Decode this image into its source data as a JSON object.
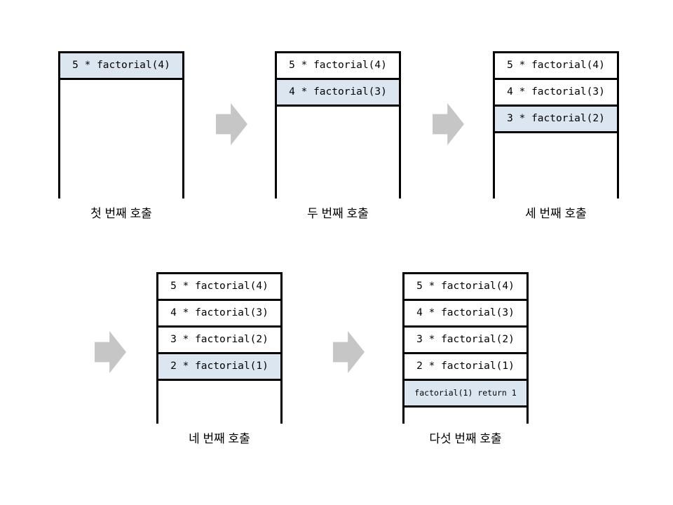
{
  "colors": {
    "background": "#ffffff",
    "border": "#000000",
    "text": "#000000",
    "highlight_fill": "#dce6f1",
    "arrow_fill": "#c6c6c6"
  },
  "stacks": [
    {
      "id": "first-call",
      "caption": "첫 번째 호출",
      "cells": [
        {
          "text": "5 * factorial(4)",
          "highlight": true
        }
      ]
    },
    {
      "id": "second-call",
      "caption": "두 번째 호출",
      "cells": [
        {
          "text": "5 * factorial(4)",
          "highlight": false
        },
        {
          "text": "4 * factorial(3)",
          "highlight": true
        }
      ]
    },
    {
      "id": "third-call",
      "caption": "세 번째 호출",
      "cells": [
        {
          "text": "5 * factorial(4)",
          "highlight": false
        },
        {
          "text": "4 * factorial(3)",
          "highlight": false
        },
        {
          "text": "3 * factorial(2)",
          "highlight": true
        }
      ]
    },
    {
      "id": "fourth-call",
      "caption": "네 번째 호출",
      "cells": [
        {
          "text": "5 * factorial(4)",
          "highlight": false
        },
        {
          "text": "4 * factorial(3)",
          "highlight": false
        },
        {
          "text": "3 * factorial(2)",
          "highlight": false
        },
        {
          "text": "2 * factorial(1)",
          "highlight": true
        }
      ]
    },
    {
      "id": "fifth-call",
      "caption": "다섯 번째 호출",
      "cells": [
        {
          "text": "5 * factorial(4)",
          "highlight": false
        },
        {
          "text": "4 * factorial(3)",
          "highlight": false
        },
        {
          "text": "3 * factorial(2)",
          "highlight": false
        },
        {
          "text": "2 * factorial(1)",
          "highlight": false
        },
        {
          "text": "factorial(1) return 1",
          "highlight": true,
          "small": true
        }
      ]
    }
  ],
  "arrows": [
    {
      "name": "right-arrow"
    },
    {
      "name": "right-arrow"
    },
    {
      "name": "right-arrow"
    },
    {
      "name": "right-arrow"
    }
  ]
}
